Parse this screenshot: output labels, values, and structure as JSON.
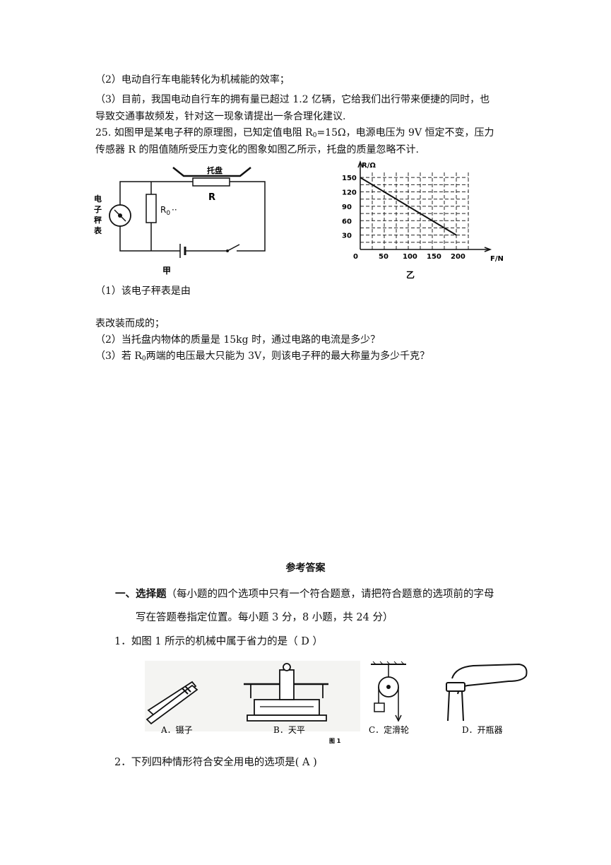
{
  "q24": {
    "p2": "（2）电动自行车电能转化为机械能的效率；",
    "p3a": "（3）目前，我国电动自行车的拥有量已超过 1.2 亿辆，它给我们出行带来便捷的同时，也",
    "p3b": "导致交通事故频发，针对这一现象请提出一条合理化建议."
  },
  "q25": {
    "intro_a_pre": "25. 如图甲是某电子秤的原理图，已知定值电阻 R",
    "intro_a_sub": "0",
    "intro_a_post": "=15Ω，电源电压为 9V 恒定不变，压力",
    "intro_b": "传感器 R 的阻值随所受压力变化的图象如图乙所示，托盘的质量忽略不计.",
    "p1a": "（1）该电子秤表是由",
    "p1b": "表改装而成的；",
    "p2": "（2）当托盘内物体的质量是 15kg 时，通过电路的电流是多少？",
    "p3_pre": "（3）若 R",
    "p3_sub": "0",
    "p3_post": "两端的电压最大只能为 3V，则该电子秤的最大称量为多少千克？"
  },
  "circuit": {
    "tray_label": "托盘",
    "r_label": "R",
    "r0_label": "R",
    "r0_sub": "0",
    "r0_dots": "··",
    "meter_label": [
      "电",
      "子",
      "秤",
      "表"
    ],
    "figure_label": "甲"
  },
  "chart_data": {
    "type": "line",
    "xlabel": "F/N",
    "ylabel": "R/Ω",
    "x_ticks": [
      0,
      50,
      100,
      150,
      200
    ],
    "y_ticks": [
      30,
      60,
      90,
      120,
      150
    ],
    "xlim": [
      0,
      250
    ],
    "ylim": [
      0,
      165
    ],
    "grid": true,
    "series": [
      {
        "x": [
          0,
          200
        ],
        "y": [
          150,
          30
        ]
      }
    ],
    "figure_label": "乙"
  },
  "answers": {
    "title": "参考答案",
    "section1_title": "一、选择题",
    "section1_desc_a": "（每小题的四个选项中只有一个符合题意，请把符合题意的选项前的字母",
    "section1_desc_b": "写在答题卷指定位置。每小题 3 分，8 小题，共 24 分）",
    "q1": "1．如图 1 所示的机械中属于省力的是（  D  ）",
    "q1_options": [
      "A．镊子",
      "B．天平",
      "C．定滑轮",
      "D．开瓶器"
    ],
    "q1_figure_label": "图 1",
    "q2": "2．下列四种情形符合安全用电的选项是(   A   )"
  }
}
